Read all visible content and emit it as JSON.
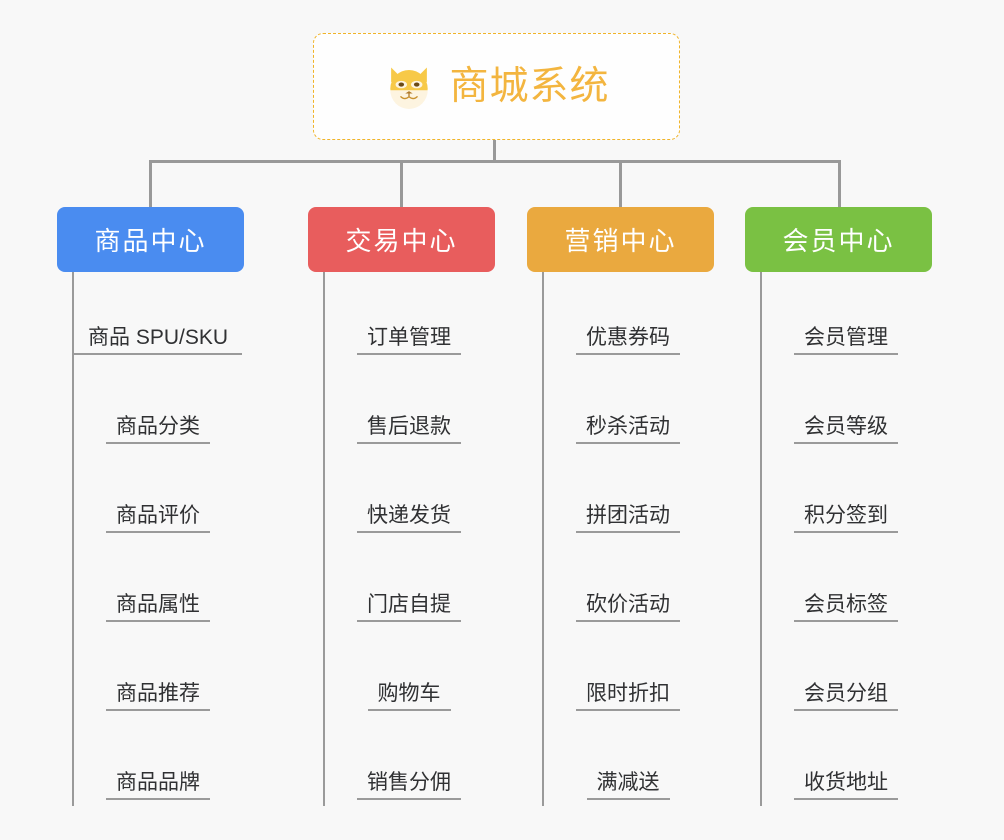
{
  "page": {
    "background_color": "#f8f8f8",
    "line_color": "#999999"
  },
  "root": {
    "title": "商城系统",
    "icon": "shiba-dog-face-icon",
    "text_color": "#f3b53f",
    "border_color": "#f0b429",
    "background_color": "#fefefe"
  },
  "categories": [
    {
      "label": "商品中心",
      "color": "#4a8cf0",
      "items": [
        {
          "label": "商品 SPU/SKU"
        },
        {
          "label": "商品分类"
        },
        {
          "label": "商品评价"
        },
        {
          "label": "商品属性"
        },
        {
          "label": "商品推荐"
        },
        {
          "label": "商品品牌"
        }
      ]
    },
    {
      "label": "交易中心",
      "color": "#e85d5d",
      "items": [
        {
          "label": "订单管理"
        },
        {
          "label": "售后退款"
        },
        {
          "label": "快递发货"
        },
        {
          "label": "门店自提"
        },
        {
          "label": "购物车"
        },
        {
          "label": "销售分佣"
        }
      ]
    },
    {
      "label": "营销中心",
      "color": "#eaa93f",
      "items": [
        {
          "label": "优惠券码"
        },
        {
          "label": "秒杀活动"
        },
        {
          "label": "拼团活动"
        },
        {
          "label": "砍价活动"
        },
        {
          "label": "限时折扣"
        },
        {
          "label": "满减送"
        }
      ]
    },
    {
      "label": "会员中心",
      "color": "#7ac143",
      "items": [
        {
          "label": "会员管理"
        },
        {
          "label": "会员等级"
        },
        {
          "label": "积分签到"
        },
        {
          "label": "会员标签"
        },
        {
          "label": "会员分组"
        },
        {
          "label": "收货地址"
        }
      ]
    }
  ]
}
